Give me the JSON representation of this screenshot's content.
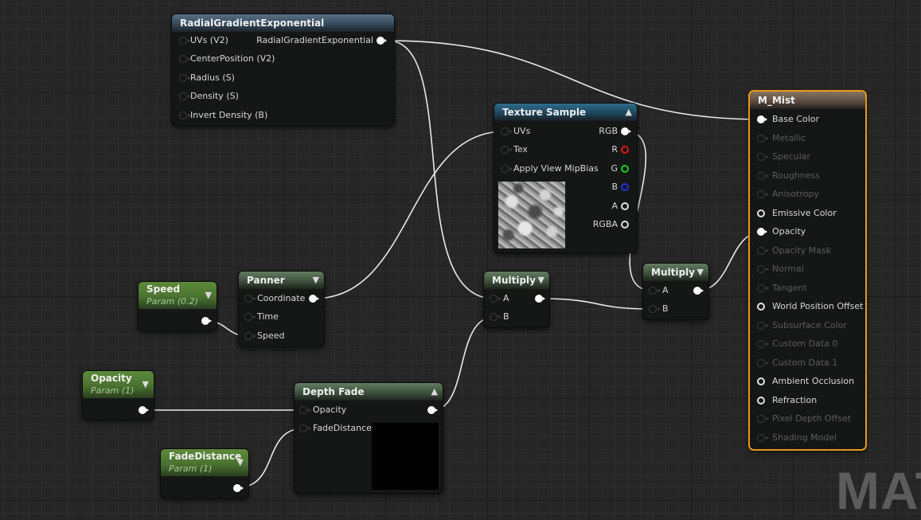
{
  "watermark": "MAT",
  "nodes": {
    "radial": {
      "title": "RadialGradientExponential",
      "inputs": [
        "UVs (V2)",
        "CenterPosition (V2)",
        "Radius (S)",
        "Density (S)",
        "Invert Density (B)"
      ],
      "output": "RadialGradientExponential"
    },
    "texture": {
      "title": "Texture Sample",
      "inputs": [
        "UVs",
        "Tex",
        "Apply View MipBias"
      ],
      "outputs": [
        "RGB",
        "R",
        "G",
        "B",
        "A",
        "RGBA"
      ]
    },
    "material": {
      "title": "M_Mist",
      "pins": [
        "Base Color",
        "Metallic",
        "Specular",
        "Roughness",
        "Anisotropy",
        "Emissive Color",
        "Opacity",
        "Opacity Mask",
        "Normal",
        "Tangent",
        "World Position Offset",
        "Subsurface Color",
        "Custom Data 0",
        "Custom Data 1",
        "Ambient Occlusion",
        "Refraction",
        "Pixel Depth Offset",
        "Shading Model"
      ]
    },
    "speed": {
      "title": "Speed",
      "subtitle": "Param (0.2)"
    },
    "panner": {
      "title": "Panner",
      "inputs": [
        "Coordinate",
        "Time",
        "Speed"
      ]
    },
    "multiply1": {
      "title": "Multiply",
      "inputs": [
        "A",
        "B"
      ]
    },
    "multiply2": {
      "title": "Multiply",
      "inputs": [
        "A",
        "B"
      ]
    },
    "opacity": {
      "title": "Opacity",
      "subtitle": "Param (1)"
    },
    "depthfade": {
      "title": "Depth Fade",
      "inputs": [
        "Opacity",
        "FadeDistance"
      ]
    },
    "fadedistance": {
      "title": "FadeDistance",
      "subtitle": "Param (1)"
    }
  },
  "colors": {
    "material_border": "#e8971a",
    "wire": "#e8e8e8",
    "param_header": "#5d8a3a",
    "texture_header": "#2f6d8c"
  }
}
